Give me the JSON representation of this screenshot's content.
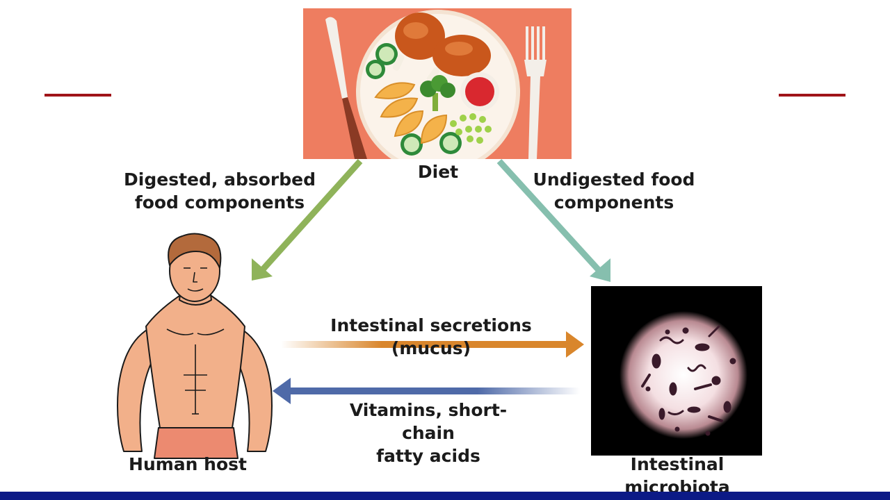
{
  "nodes": {
    "diet": {
      "label": "Diet"
    },
    "host": {
      "label": "Human host"
    },
    "microbiota": {
      "label": "Intestinal microbiota"
    }
  },
  "edges": {
    "diet_to_host": {
      "label": "Digested, absorbed\nfood components",
      "color": "#8fb35a"
    },
    "diet_to_microbiota": {
      "label": "Undigested food\ncomponents",
      "color": "#86bfae"
    },
    "host_to_microbiota": {
      "label": "Intestinal secretions (mucus)",
      "color": "#d9862c"
    },
    "microbiota_to_host": {
      "label": "Vitamins, short-chain\nfatty acids",
      "color": "#4f6aa8"
    }
  },
  "colors": {
    "accent": "#a01419",
    "footer_bar": "#0c1a86",
    "tablecloth": "#ee7d60",
    "skin": "#f2b08a",
    "shorts": "#ec8a70"
  }
}
